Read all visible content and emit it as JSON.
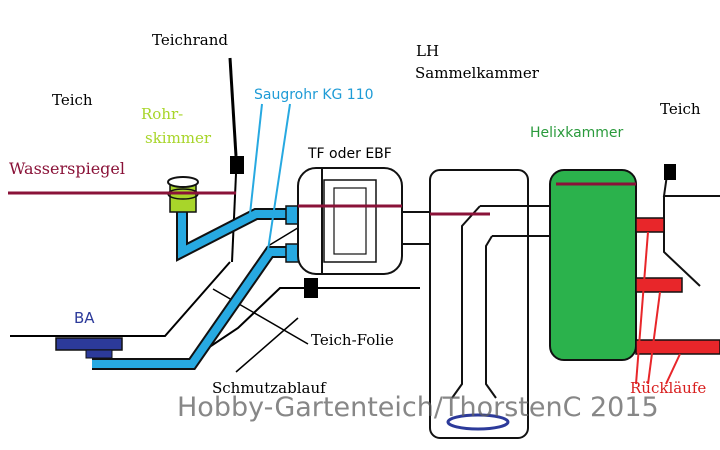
{
  "labels": {
    "teich_left": "Teich",
    "teich_right": "Teich",
    "teichrand": "Teichrand",
    "rohrskimmer_line1": "Rohr-",
    "rohrskimmer_line2": "skimmer",
    "saugrohr": "Saugrohr KG 110",
    "lh": "LH",
    "sammelkammer": "Sammelkammer",
    "helixkammer": "Helixkammer",
    "wasserspiegel": "Wasserspiegel",
    "filter": "TF oder EBF",
    "ba": "BA",
    "teich_folie": "Teich-Folie",
    "schmutzablauf": "Schmutzablauf",
    "ruecklaeufe": "Rückläufe"
  },
  "watermark": "Hobby-Gartenteich/ThorstenC 2015",
  "colors": {
    "pipe_blue": "#27a9e1",
    "water_line": "#8a1238",
    "helix_green": "#2bb24c",
    "skimmer_green": "#a8d52a",
    "return_red": "#e8262a",
    "ba_blue": "#2c3a9a",
    "saugrohr_label": "#1e9bd6",
    "helix_label": "#2a9a3c"
  }
}
